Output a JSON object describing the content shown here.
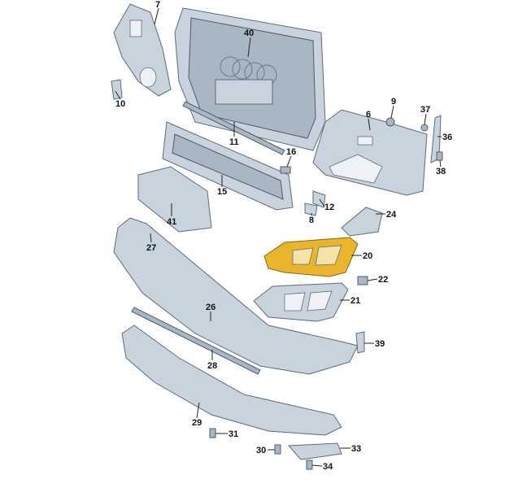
{
  "diagram": {
    "type": "exploded-parts-diagram",
    "highlight_color": "#e9b52d",
    "part_color": "#c9d3de",
    "callouts": [
      "7",
      "40",
      "10",
      "9",
      "37",
      "6",
      "36",
      "11",
      "16",
      "38",
      "15",
      "12",
      "8",
      "41",
      "24",
      "27",
      "20",
      "22",
      "26",
      "21",
      "39",
      "28",
      "29",
      "31",
      "30",
      "33",
      "34"
    ],
    "highlighted_part": "20"
  }
}
